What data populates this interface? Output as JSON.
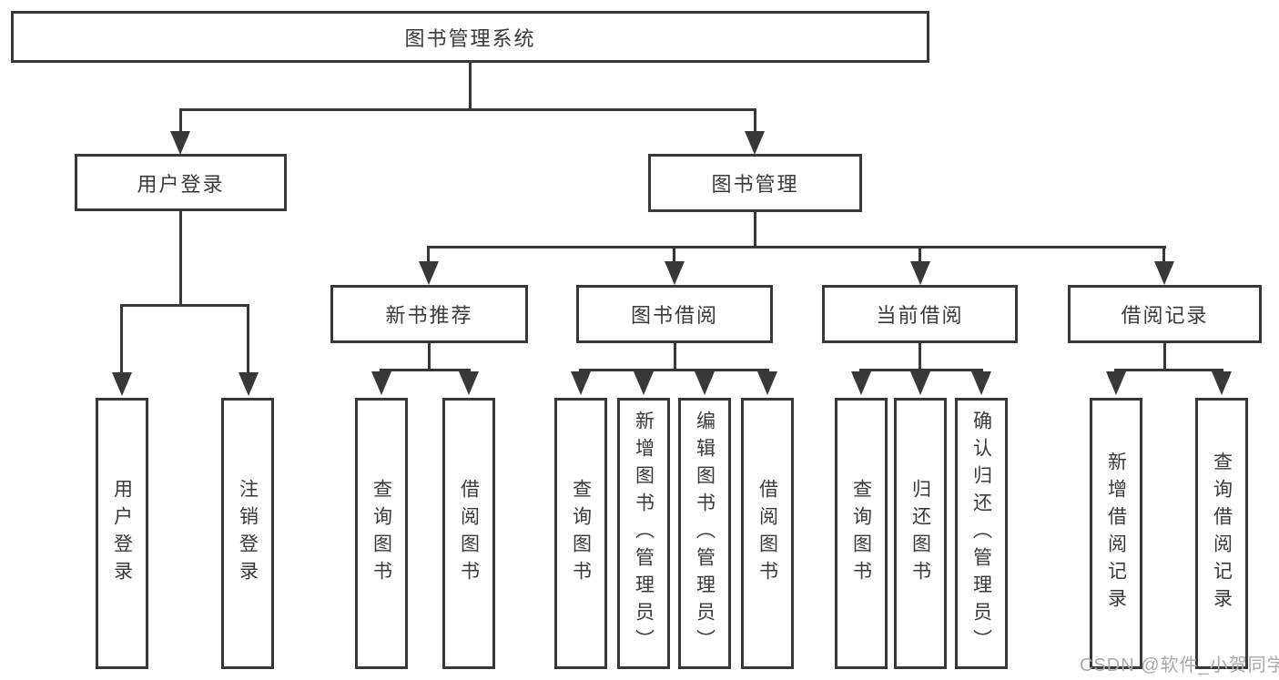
{
  "diagram": {
    "type": "hierarchy-tree",
    "colors": {
      "line": "#383838",
      "box_border": "#383838",
      "text": "#3a3a3a",
      "background": "#ffffff",
      "watermark": "#a9a9a9"
    },
    "tree": {
      "root": {
        "label": "图书管理系统"
      },
      "branches": [
        {
          "label": "用户登录",
          "children": [
            {
              "label": "用户登录"
            },
            {
              "label": "注销登录"
            }
          ]
        },
        {
          "label": "图书管理",
          "children": [
            {
              "label": "新书推荐",
              "children": [
                {
                  "label": "查询图书"
                },
                {
                  "label": "借阅图书"
                }
              ]
            },
            {
              "label": "图书借阅",
              "children": [
                {
                  "label": "查询图书"
                },
                {
                  "label": "新增图书（管理员）"
                },
                {
                  "label": "编辑图书（管理员）"
                },
                {
                  "label": "借阅图书"
                }
              ]
            },
            {
              "label": "当前借阅",
              "children": [
                {
                  "label": "查询图书"
                },
                {
                  "label": "归还图书"
                },
                {
                  "label": "确认归还（管理员）"
                }
              ]
            },
            {
              "label": "借阅记录",
              "children": [
                {
                  "label": "新增借阅记录"
                },
                {
                  "label": "查询借阅记录"
                }
              ]
            }
          ]
        }
      ]
    },
    "watermark": {
      "text": "CSDN @软件_小贺同学"
    }
  }
}
